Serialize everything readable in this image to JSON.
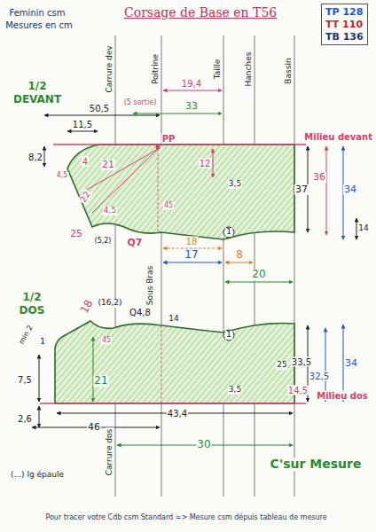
{
  "diagram": {
    "title": "Corsage de Base en T56",
    "nodes": [
      {
        "text": [
          "TP 128",
          "TT 110",
          "TB 136"
        ]
      }
    ],
    "labels": [
      "Feminin csm",
      "Mesures en cm",
      "1/2",
      "DEVANT",
      "Carrure dev",
      "Poitrine",
      "Taille",
      "Hanches",
      "Bassin",
      "50,5",
      "11,5",
      "8,2",
      "4,5",
      "4",
      "21",
      "(5 sortie)",
      "PP",
      "19,4",
      "33",
      "12",
      "1",
      "3,5",
      "22",
      "4,5",
      "45",
      "25",
      "(5,2)",
      "Q7",
      "18",
      "17",
      "8",
      "20",
      "Sous Bras",
      "37",
      "36",
      "34",
      "14",
      "Milieu devant",
      "1/2",
      "DOS",
      "18",
      "(16,2)",
      "Q4,8",
      "14",
      "min 2",
      "1",
      "45",
      "21",
      "1",
      "3,5",
      "25",
      "33,5",
      "32,5",
      "34",
      "14,5",
      "7,5",
      "2,6",
      "Milieu dos",
      "43,4",
      "46",
      "30",
      "Carrure dos",
      "(...) lg épaule",
      "C'sur Mesure",
      "Pour tracer votre Cdb csm Standard => Mesure csm dépuis tableau de mesure"
    ]
  }
}
